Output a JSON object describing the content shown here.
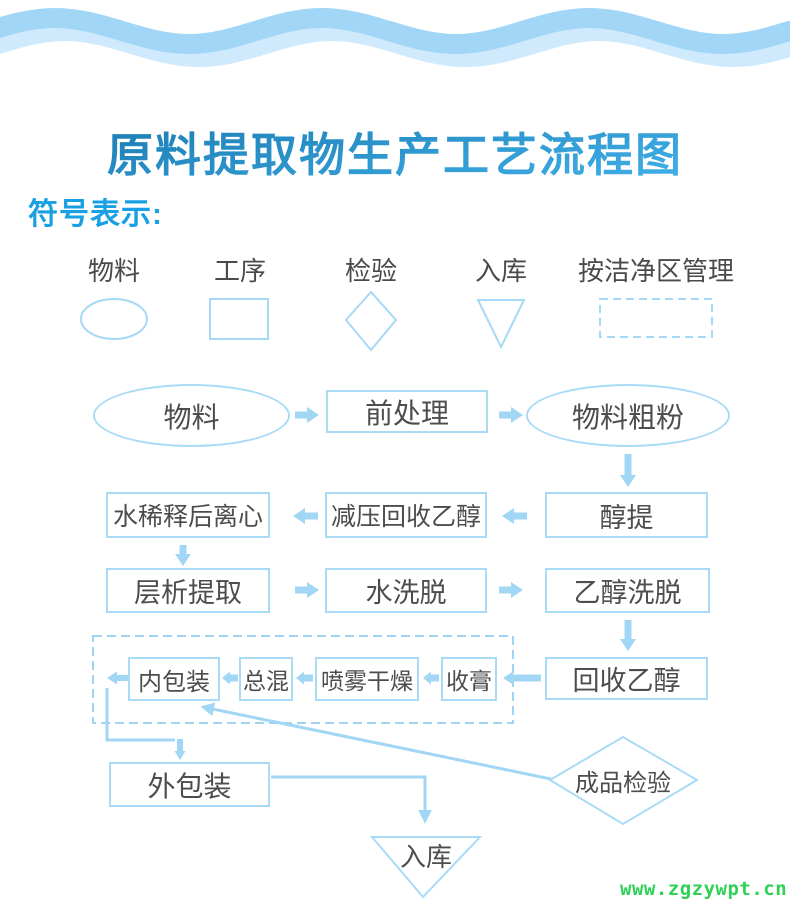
{
  "title": "原料提取物生产工艺流程图",
  "legend": {
    "heading": "符号表示:",
    "items": [
      {
        "label": "物料",
        "shape": "ellipse"
      },
      {
        "label": "工序",
        "shape": "rect"
      },
      {
        "label": "检验",
        "shape": "diamond"
      },
      {
        "label": "入库",
        "shape": "triangle-down"
      },
      {
        "label": "按洁净区管理",
        "shape": "dashed-rect"
      }
    ]
  },
  "flowchart": {
    "nodes": {
      "wuliao": "物料",
      "qianchuli": "前处理",
      "wuliaocufen": "物料粗粉",
      "chunti": "醇提",
      "jianyahuishou": "减压回收乙醇",
      "shuixishi": "水稀释后离心",
      "cengxitiqu": "层析提取",
      "shuixituo": "水洗脱",
      "yichunxituo": "乙醇洗脱",
      "huishouyichun": "回收乙醇",
      "shougao": "收膏",
      "penwuganzao": "喷雾干燥",
      "zonghun": "总混",
      "neibaozhuang": "内包装",
      "waibaozhuang": "外包装",
      "chengpinjianyan": "成品检验",
      "ruku": "入库"
    },
    "edges": [
      "物料→前处理",
      "前处理→物料粗粉",
      "物料粗粉→醇提",
      "醇提→减压回收乙醇",
      "减压回收乙醇→水稀释后离心",
      "水稀释后离心→层析提取",
      "层析提取→水洗脱",
      "水洗脱→乙醇洗脱",
      "乙醇洗脱→回收乙醇",
      "回收乙醇→收膏",
      "收膏→喷雾干燥",
      "喷雾干燥→总混",
      "总混→内包装",
      "内包装→外包装",
      "外包装→入库",
      "成品检验→内包装"
    ],
    "clean_area_note": "内包装/总混/喷雾干燥/收膏 在洁净区虚线框内"
  },
  "watermark": "www.zgzywpt.cn",
  "colors": {
    "shape_stroke": "#a9dbf7",
    "arrow_fill": "#a2d6f5",
    "text": "#4d4d4d",
    "legend_heading": "#18a0e3",
    "title_gradient_start": "#1d80b6",
    "title_gradient_end": "#3fade6",
    "wave_front": "#a2d6f7",
    "wave_back": "#cfeafc",
    "watermark_green": "#2fd156"
  }
}
